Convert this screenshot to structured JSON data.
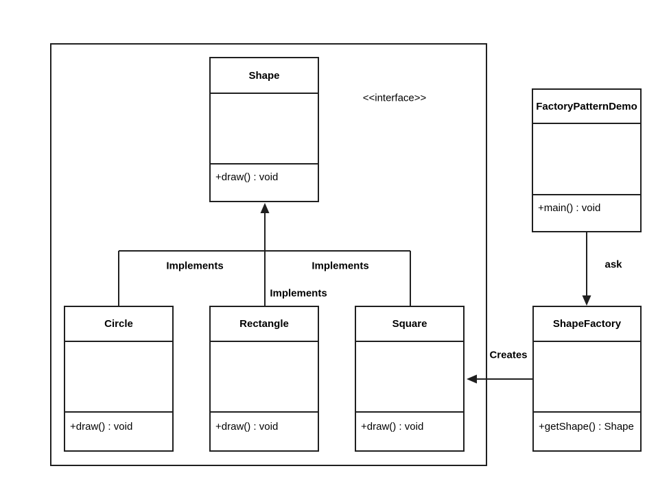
{
  "diagram": {
    "stereotype": "<<interface>>",
    "classes": {
      "shape": {
        "name": "Shape",
        "method": "+draw() : void"
      },
      "circle": {
        "name": "Circle",
        "method": "+draw() : void"
      },
      "rectangle": {
        "name": "Rectangle",
        "method": "+draw() : void"
      },
      "square": {
        "name": "Square",
        "method": "+draw() : void"
      },
      "factoryPatternDemo": {
        "name": "FactoryPatternDemo",
        "method": "+main() : void"
      },
      "shapeFactory": {
        "name": "ShapeFactory",
        "method": "+getShape() : Shape"
      }
    },
    "edgeLabels": {
      "implementsLeft": "Implements",
      "implementsMiddle": "Implements",
      "implementsRight": "Implements",
      "ask": "ask",
      "creates": "Creates"
    },
    "colors": {
      "line": "#1f1f1f",
      "text": "#000000",
      "canvas": "#ffffff"
    }
  }
}
